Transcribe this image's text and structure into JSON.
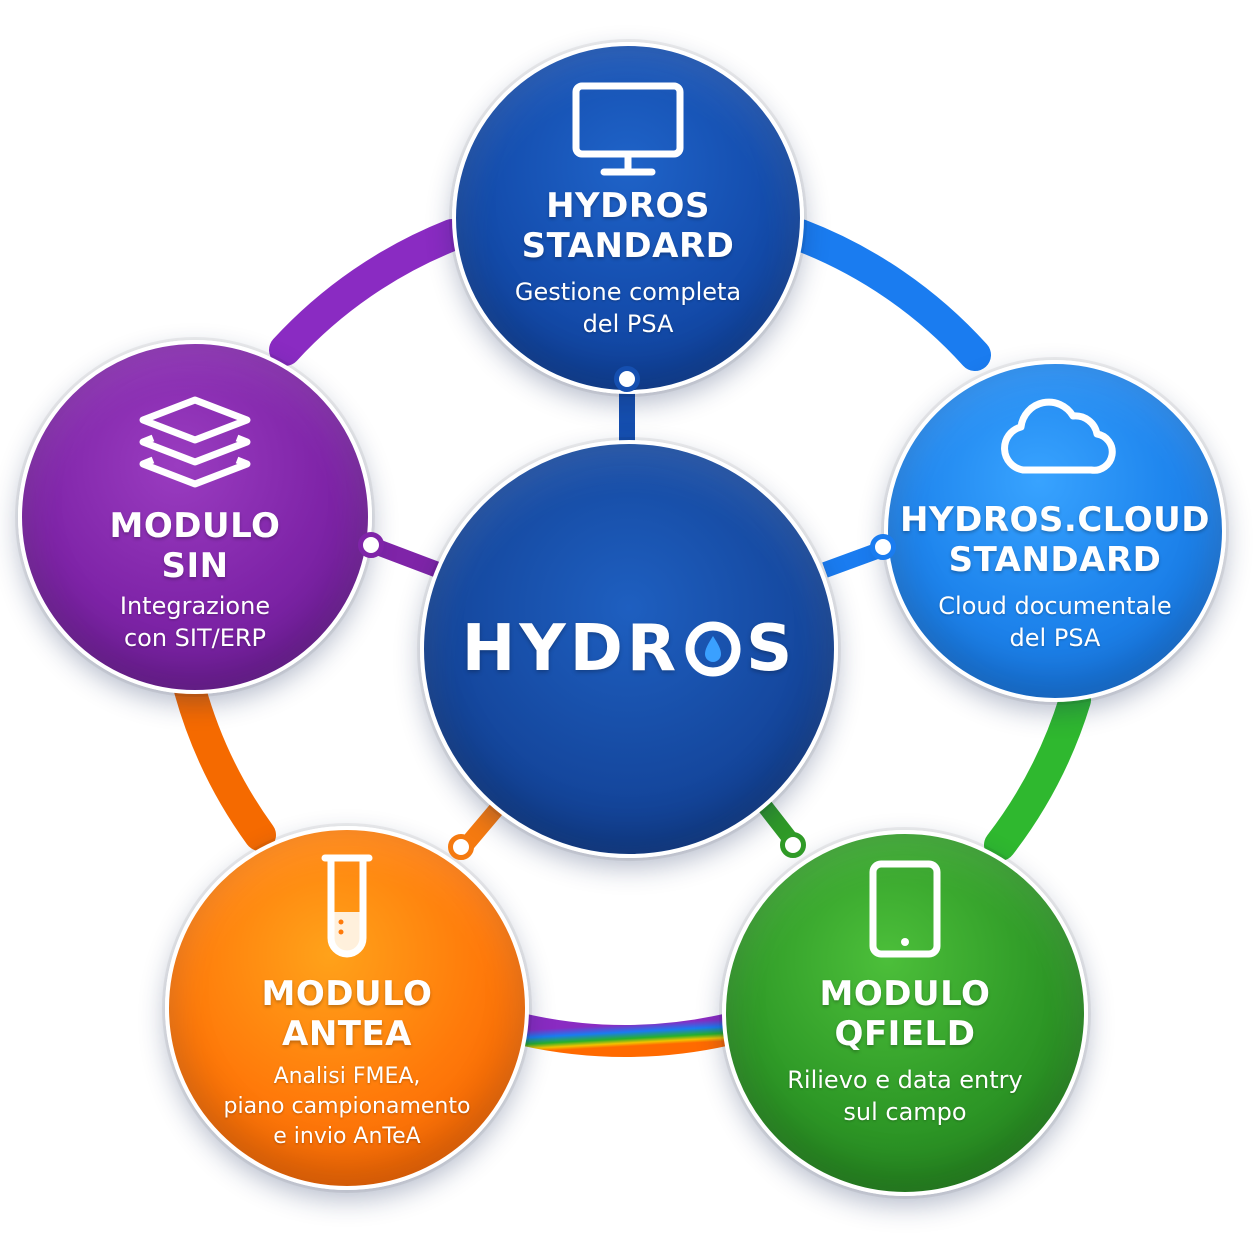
{
  "center": {
    "logo_text": "HYDR",
    "logo_text_end": "S"
  },
  "nodes": {
    "standard": {
      "title_line1": "HYDROS",
      "title_line2": "STANDARD",
      "desc_line1": "Gestione completa",
      "desc_line2": "del PSA",
      "icon": "monitor-icon"
    },
    "cloud": {
      "title_line1": "HYDROS.CLOUD",
      "title_line2": "STANDARD",
      "desc_line1": "Cloud documentale",
      "desc_line2": "del PSA",
      "icon": "cloud-icon"
    },
    "qfield": {
      "title_line1": "MODULO",
      "title_line2": "QFIELD",
      "desc_line1": "Rilievo e data entry",
      "desc_line2": "sul campo",
      "icon": "tablet-icon"
    },
    "antea": {
      "title_line1": "MODULO",
      "title_line2": "ANTEA",
      "desc_line1": "Analisi FMEA,",
      "desc_line2": "piano campionamento",
      "desc_line3": "e invio AnTeA",
      "icon": "test-tube-icon"
    },
    "sin": {
      "title_line1": "MODULO",
      "title_line2": "SIN",
      "desc_line1": "Integrazione",
      "desc_line2": "con SIT/ERP",
      "icon": "layers-icon"
    }
  },
  "colors": {
    "standard": "#154fb0",
    "cloud": "#1f86ee",
    "qfield": "#2f9a27",
    "antea": "#ff7a0a",
    "sin": "#7f24a8",
    "center": "#15489f"
  }
}
